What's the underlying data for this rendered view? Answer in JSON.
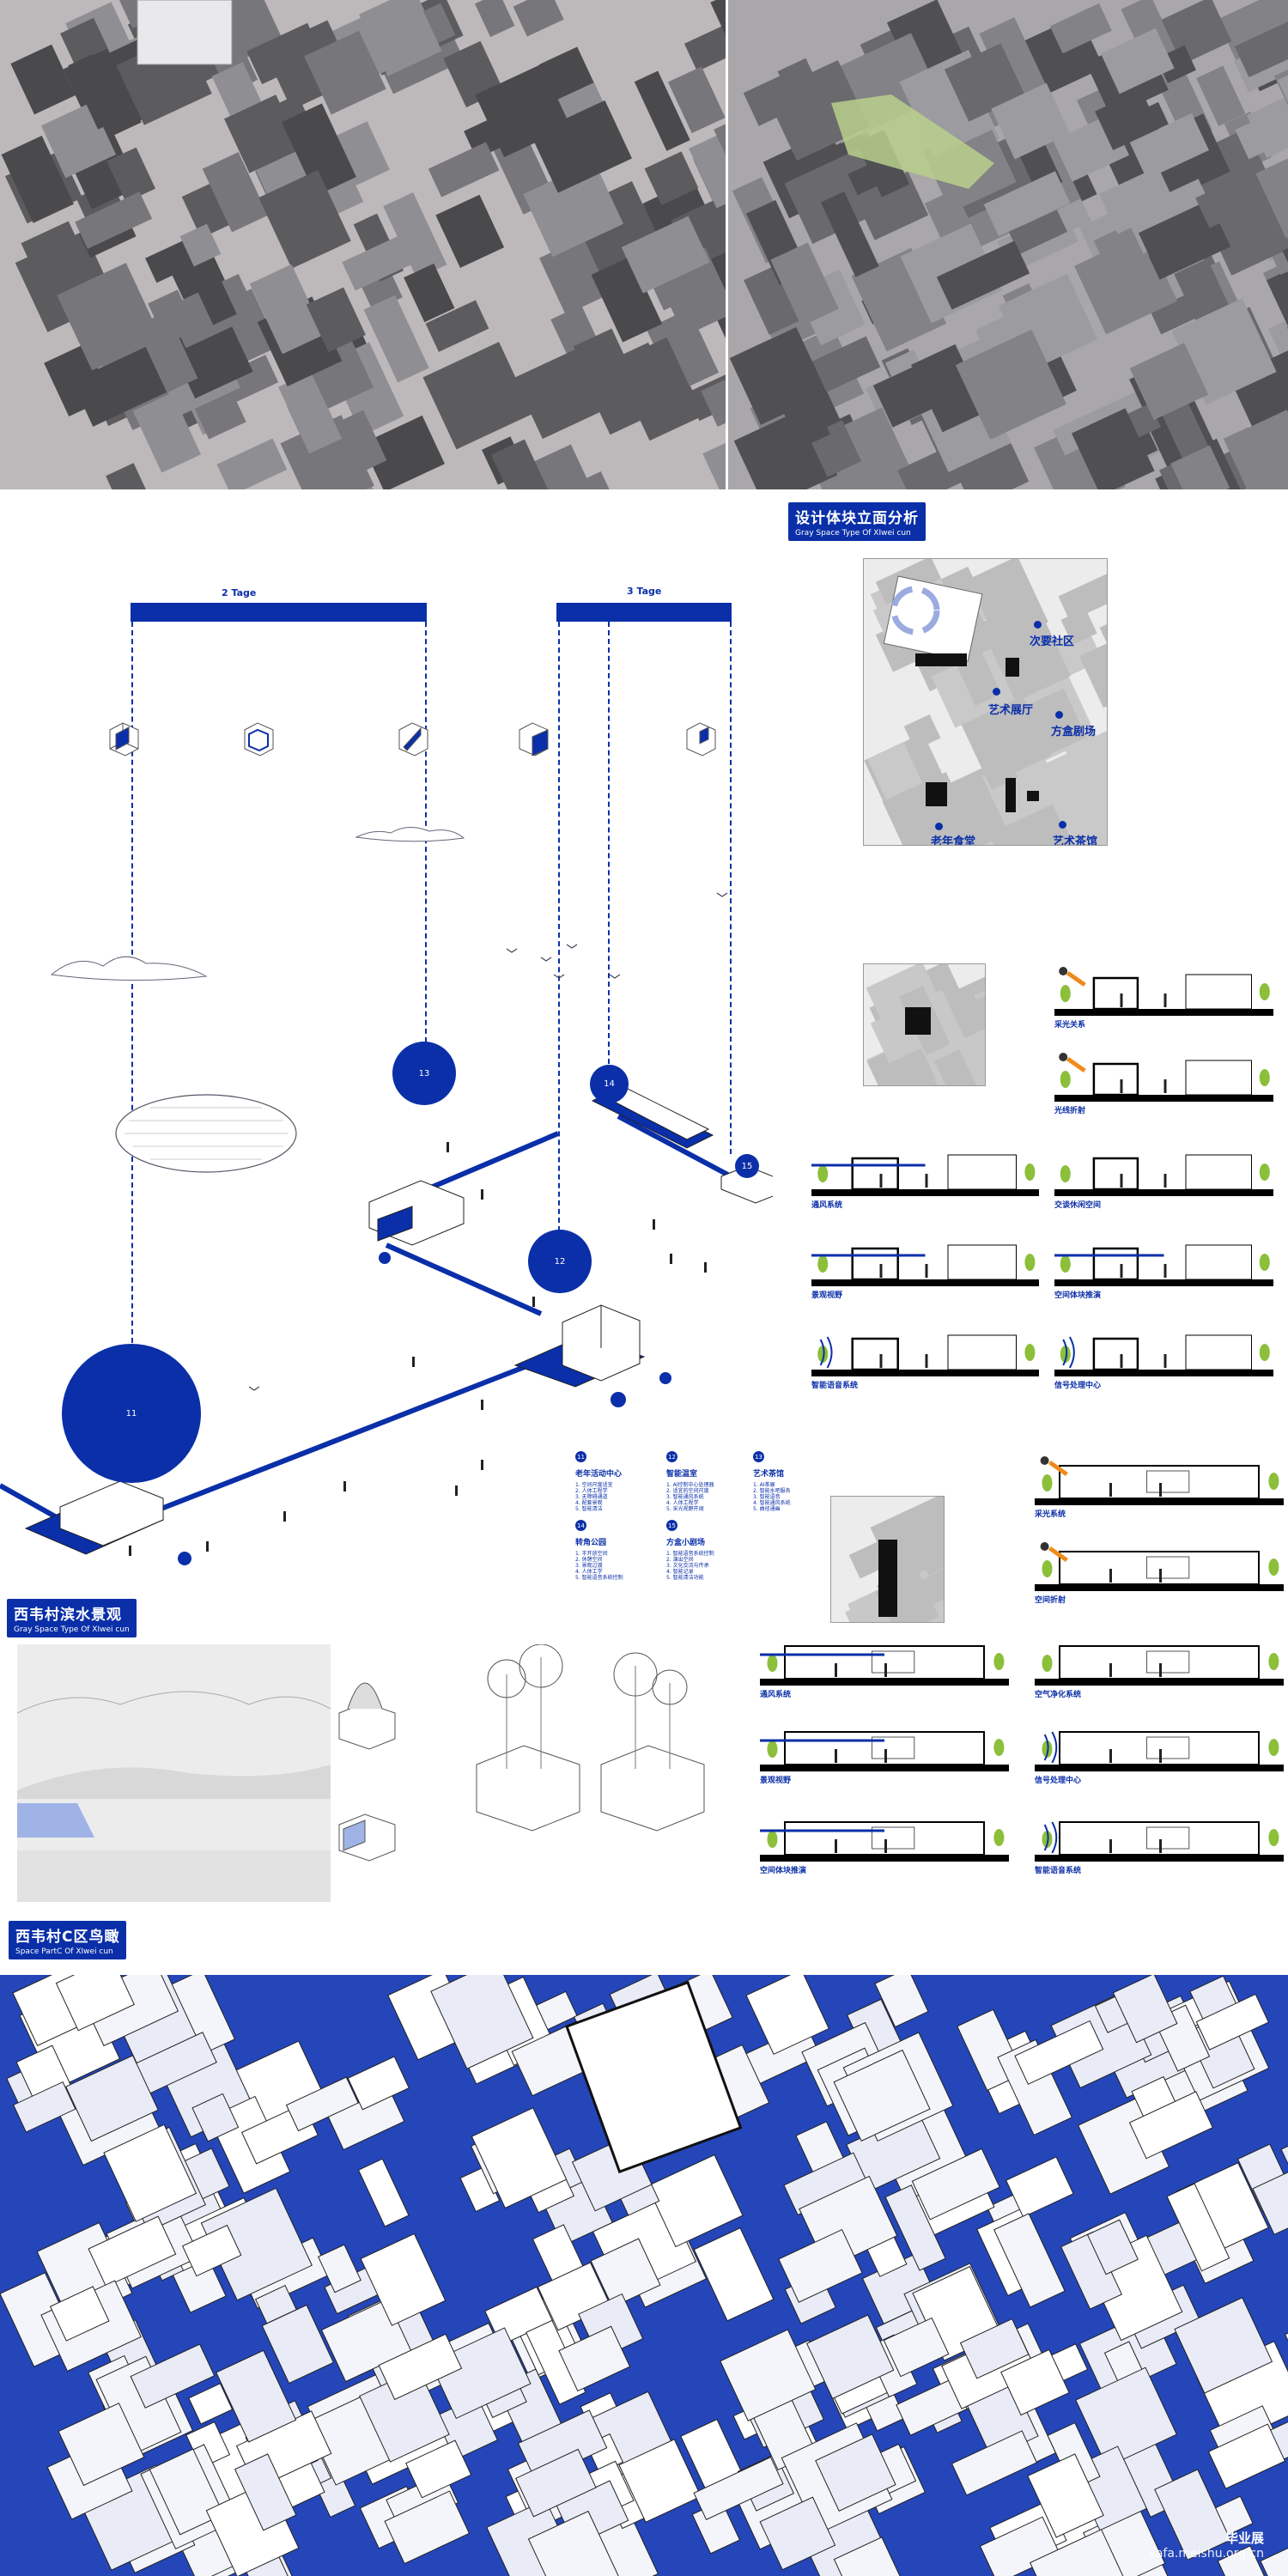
{
  "colors": {
    "accent": "#0a2fa8",
    "orange": "#f08a1c",
    "tree": "#8cbf3a"
  },
  "sections_titles": {
    "elevation": {
      "cn": "设计体块立面分析",
      "en": "Gray Space Type Of XIwei cun"
    },
    "waterfront": {
      "cn": "西韦村滨水景观",
      "en": "Gray Space Type Of XIwei cun"
    },
    "aerial": {
      "cn": "西韦村C区鸟瞰",
      "en": "Space PartC Of XIwei cun"
    }
  },
  "timeline": {
    "bar1": "2 Tage",
    "bar2": "3 Tage"
  },
  "circles": [
    "11",
    "12",
    "13",
    "14",
    "15"
  ],
  "site_map": {
    "labels": [
      "次要社区",
      "艺术展厅",
      "方盒剧场",
      "老年食堂",
      "艺术茶馆"
    ]
  },
  "legend": [
    {
      "num": "11",
      "title": "老年活动中心",
      "items": [
        "1. 空间尺度适宜",
        "2. 人体工程学",
        "3. 无障碍通道",
        "4. 配套景观",
        "5. 智能清洁"
      ]
    },
    {
      "num": "12",
      "title": "智能温室",
      "items": [
        "1. AI控制中心处理器",
        "2. 适宜的空间尺度",
        "3. 智能通风系统",
        "4. 人体工程学",
        "5. 采光视野开阔"
      ]
    },
    {
      "num": "13",
      "title": "艺术茶馆",
      "items": [
        "1. AI茶展",
        "2. 智能水吧服务",
        "3. 智能语音",
        "4. 智能通风系统",
        "5. 曲径通幽"
      ]
    },
    {
      "num": "14",
      "title": "转角公园",
      "items": [
        "1. 半开放空间",
        "2. 休憩空间",
        "3. 景观过渡",
        "4. 人体工学",
        "5. 智能语音系统控制"
      ]
    },
    {
      "num": "15",
      "title": "方盒小剧场",
      "items": [
        "1. 智能语音系统控制",
        "2. 演出空间",
        "3. 文化交流与传承",
        "4. 智能记录",
        "5. 智能清洁功能"
      ]
    }
  ],
  "sections_a": [
    "采光关系",
    "光线折射",
    "通风系统",
    "交谈休闲空间",
    "景观视野",
    "空间体块推演",
    "智能语音系统",
    "信号处理中心"
  ],
  "sections_b": [
    "采光系统",
    "空间折射",
    "通风系统",
    "空气净化系统",
    "景观视野",
    "信号处理中心",
    "空间体块推演",
    "智能语音系统"
  ],
  "watermark": {
    "brand": "毕业展",
    "url": "xafa.meishu.org.cn"
  }
}
